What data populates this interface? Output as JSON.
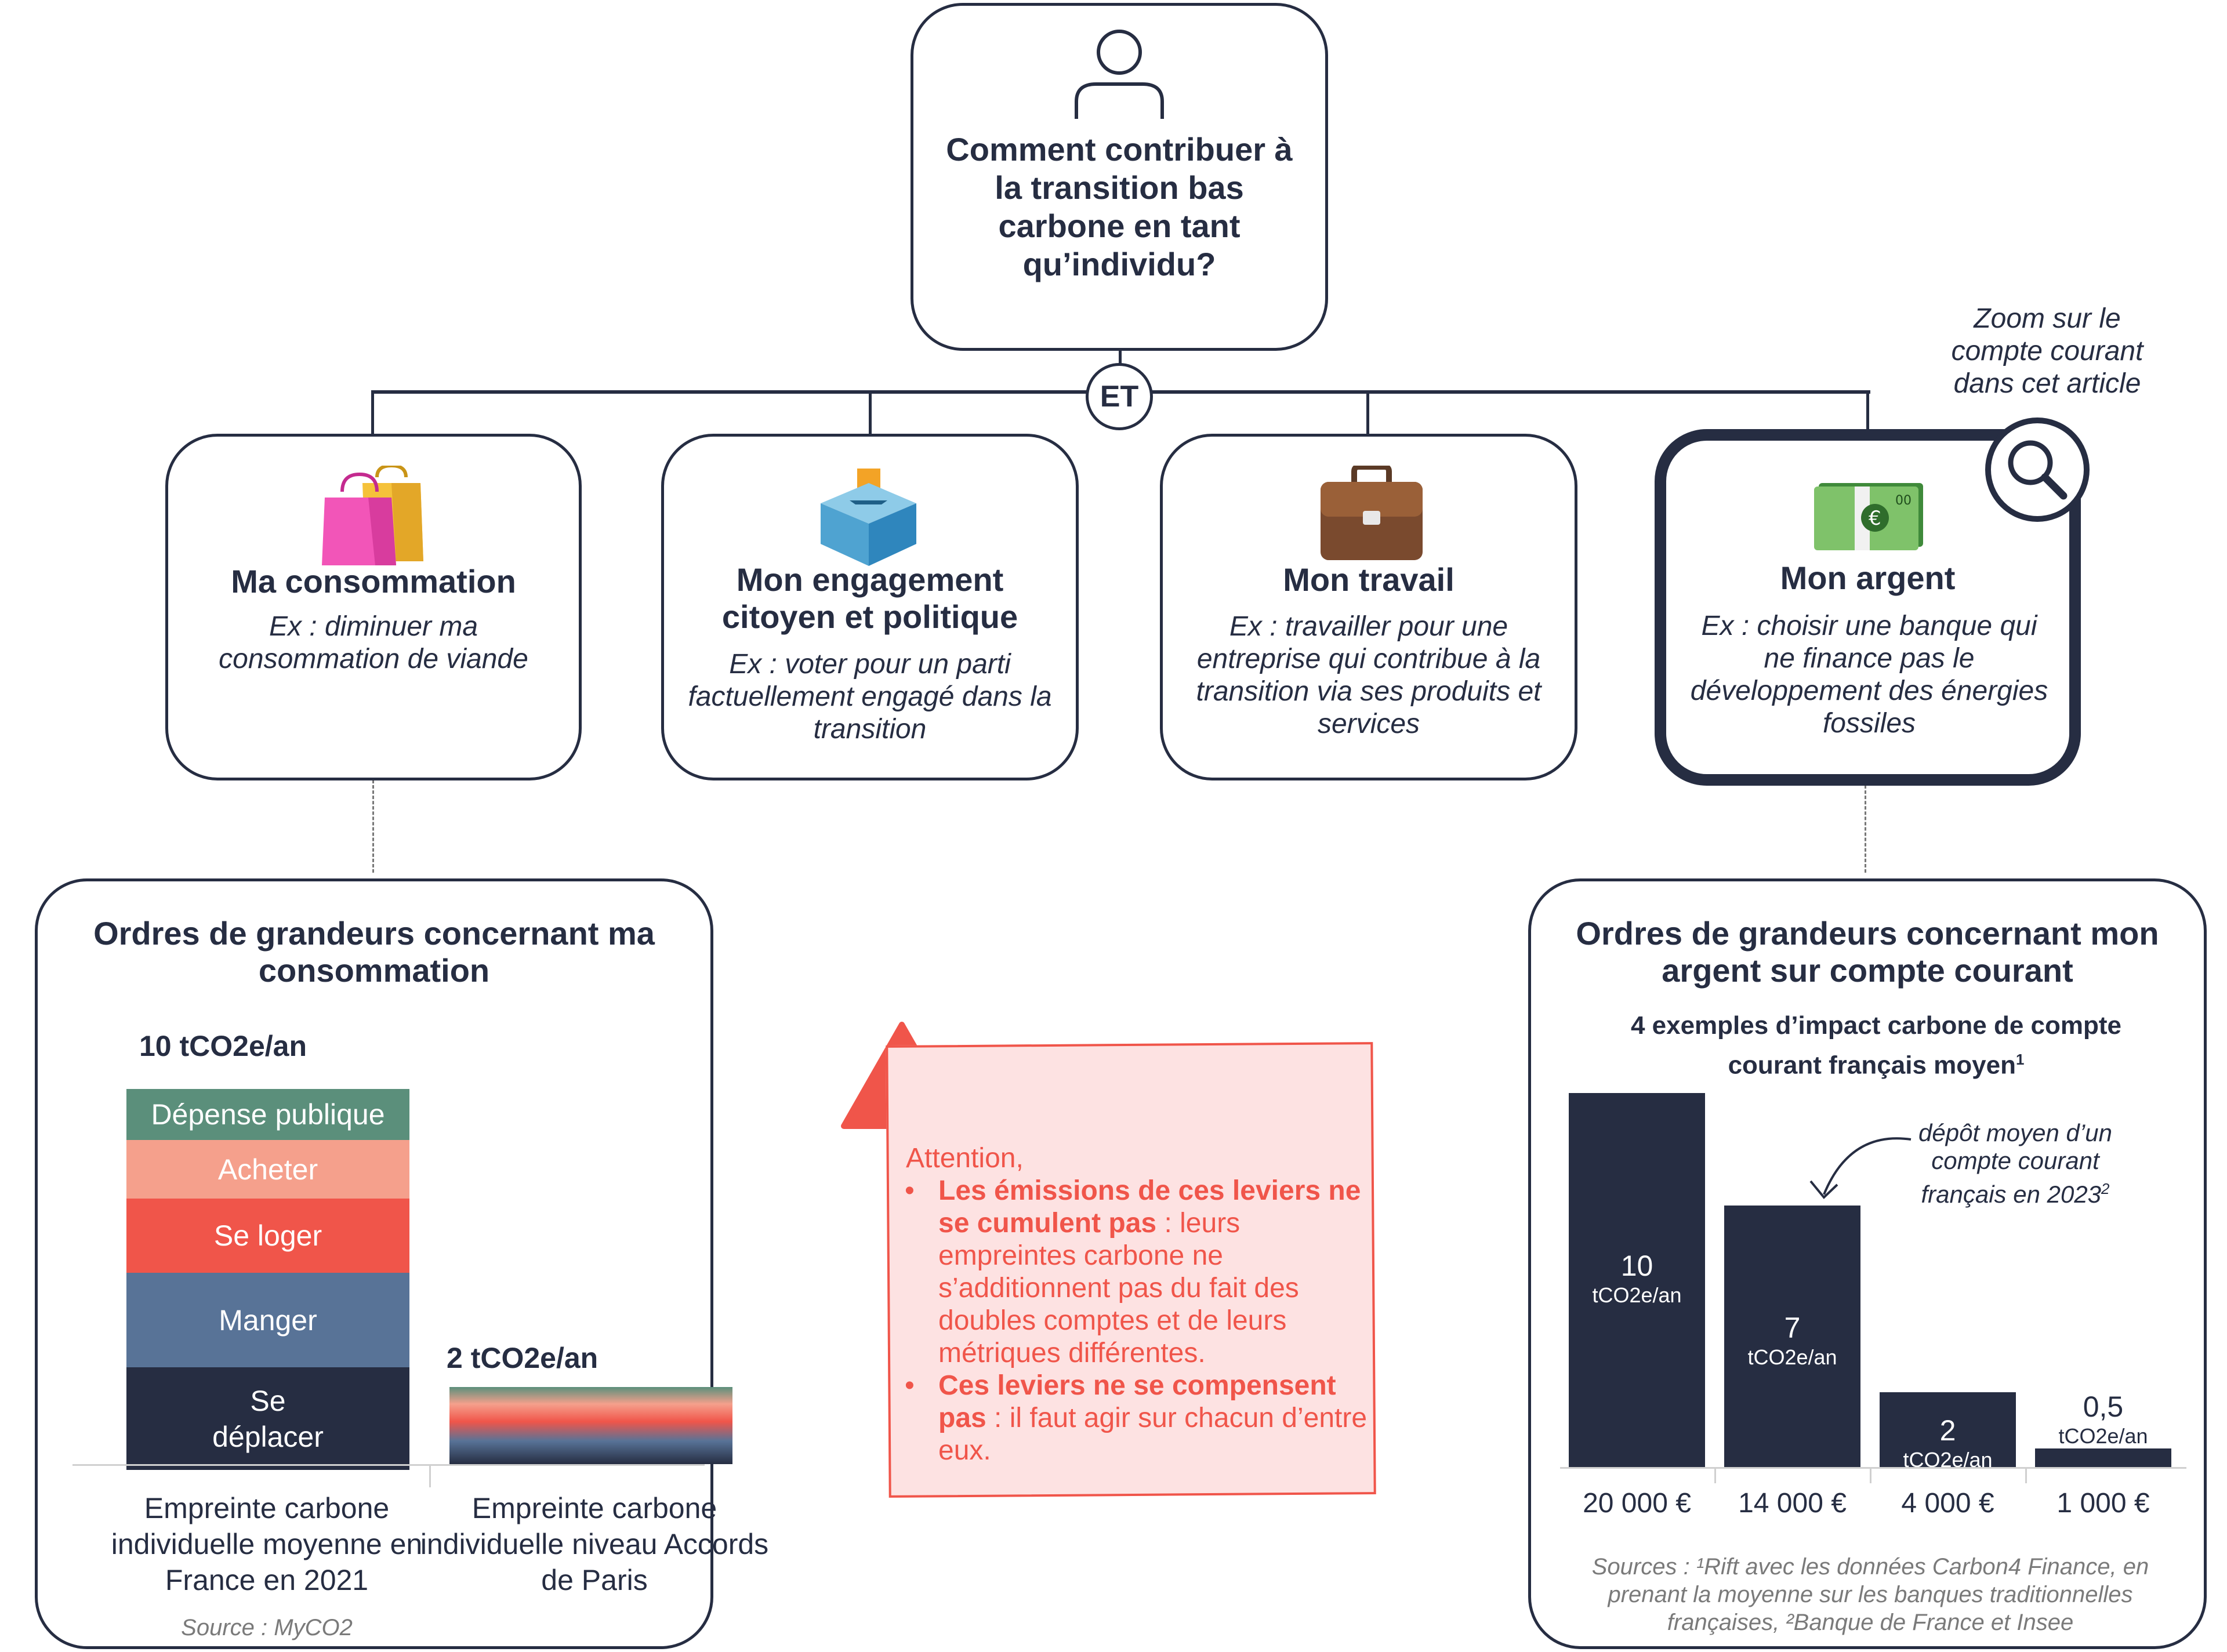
{
  "top": {
    "question": "Comment contribuer à la transition bas carbone en tant qu’individu?",
    "connector": "ET"
  },
  "levers": [
    {
      "title": "Ma consommation",
      "example": "Ex : diminuer ma consommation de viande"
    },
    {
      "title": "Mon engagement citoyen et politique",
      "example": "Ex : voter pour un parti factuellement engagé dans la transition"
    },
    {
      "title": "Mon travail",
      "example": "Ex : travailler pour une entreprise qui contribue à la transition via ses produits et services"
    },
    {
      "title": "Mon argent",
      "example": "Ex : choisir une banque qui ne finance pas le développement des énergies fossiles"
    }
  ],
  "zoom_note": "Zoom sur le compte courant dans cet article",
  "consumption": {
    "title": "Ordres de grandeurs concernant ma consommation",
    "bar1_value": "10 tCO2e/an",
    "bar2_value": "2 tCO2e/an",
    "segments": [
      "Dépense publique",
      "Acheter",
      "Se loger",
      "Manger",
      "Se déplacer"
    ],
    "segment_colors": [
      "#5b8f7b",
      "#f5a08c",
      "#f0554a",
      "#587397",
      "#262d42"
    ],
    "bar1_label": "Empreinte carbone individuelle moyenne en France en 2021",
    "bar2_label": "Empreinte carbone individuelle niveau Accords de Paris",
    "source": "Source : MyCO2"
  },
  "warning": {
    "intro": "Attention,",
    "bullet1_bold": "Les émissions de ces leviers ne se cumulent pas",
    "bullet1_rest": " : leurs empreintes carbone ne s’additionnent pas du fait des doubles comptes et de leurs métriques différentes.",
    "bullet2_bold": "Ces leviers ne se compensent pas",
    "bullet2_rest": " : il faut agir sur chacun d’entre eux."
  },
  "money": {
    "title": "Ordres de grandeurs concernant mon argent sur compte courant",
    "subtitle": "4 exemples d’impact carbone de compte courant français moyen",
    "subtitle_sup": "1",
    "annotation": "dépôt moyen d’un compte courant français en 2023",
    "annotation_sup": "2",
    "sources": "Sources : ¹Rift avec les données Carbon4 Finance, en prenant la moyenne sur les banques traditionnelles françaises, ²Banque de France et Insee"
  },
  "chart_data": {
    "type": "bar",
    "categories": [
      "20 000 €",
      "14 000 €",
      "4 000 €",
      "1 000 €"
    ],
    "values": [
      10,
      7,
      2,
      0.5
    ],
    "value_labels": [
      "10",
      "7",
      "2",
      "0,5"
    ],
    "unit": "tCO2e/an",
    "ylim": [
      0,
      10
    ],
    "color": "#262d42"
  }
}
